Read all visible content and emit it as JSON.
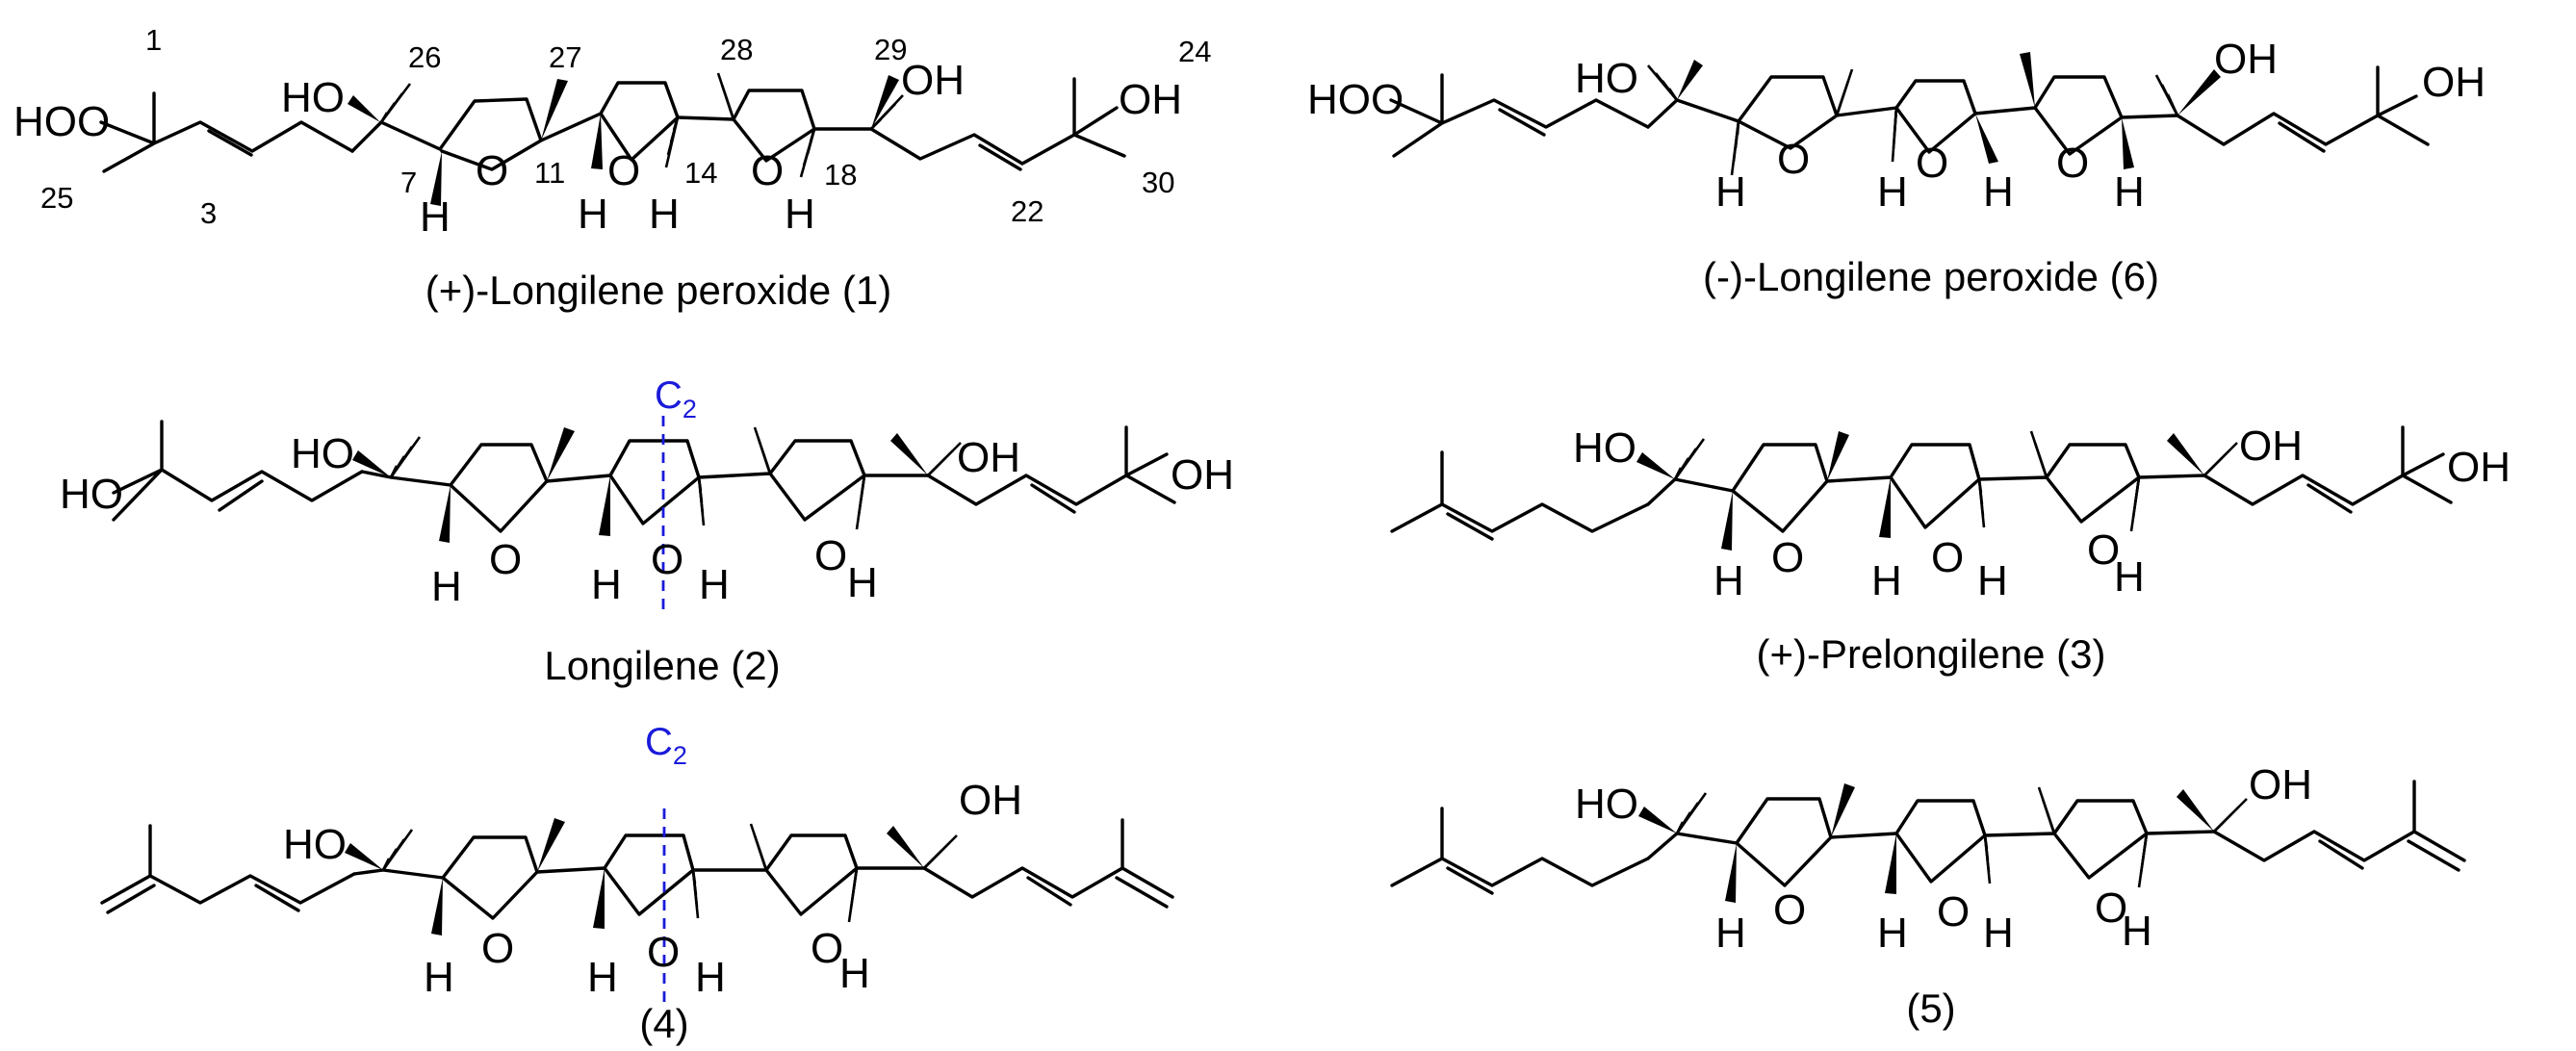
{
  "molecules": [
    {
      "id": "m1",
      "caption": "(+)-Longilene peroxide (1)",
      "left_end": "HOO",
      "left_alcohol": "HO",
      "right_alcohol": "OH",
      "right_end": "OH",
      "ring_oxygen": "O",
      "ring_h": "H",
      "locants": [
        "1",
        "25",
        "3",
        "7",
        "26",
        "27",
        "11",
        "14",
        "28",
        "29",
        "18",
        "22",
        "24",
        "30"
      ]
    },
    {
      "id": "m6",
      "caption": "(-)-Longilene peroxide (6)",
      "left_end": "HOO",
      "left_alcohol": "HO",
      "right_alcohol": "OH",
      "right_end": "OH",
      "ring_oxygen": "O",
      "ring_h": "H"
    },
    {
      "id": "m2",
      "caption": "Longilene (2)",
      "left_end": "HO",
      "left_alcohol": "HO",
      "right_alcohol": "OH",
      "right_end": "OH",
      "ring_oxygen": "O",
      "ring_h": "H",
      "symmetry_axis": "C2"
    },
    {
      "id": "m3",
      "caption": "(+)-Prelongilene (3)",
      "left_alcohol": "HO",
      "right_alcohol": "OH",
      "right_end": "OH",
      "ring_oxygen": "O",
      "ring_h": "H"
    },
    {
      "id": "m4",
      "caption": "(4)",
      "left_alcohol": "HO",
      "right_alcohol": "OH",
      "ring_oxygen": "O",
      "ring_h": "H",
      "symmetry_axis": "C2"
    },
    {
      "id": "m5",
      "caption": "(5)",
      "left_alcohol": "HO",
      "right_alcohol": "OH",
      "ring_oxygen": "O",
      "ring_h": "H"
    }
  ],
  "colors": {
    "bonds": "#000000",
    "symmetry_axis": "#1a1adb"
  }
}
